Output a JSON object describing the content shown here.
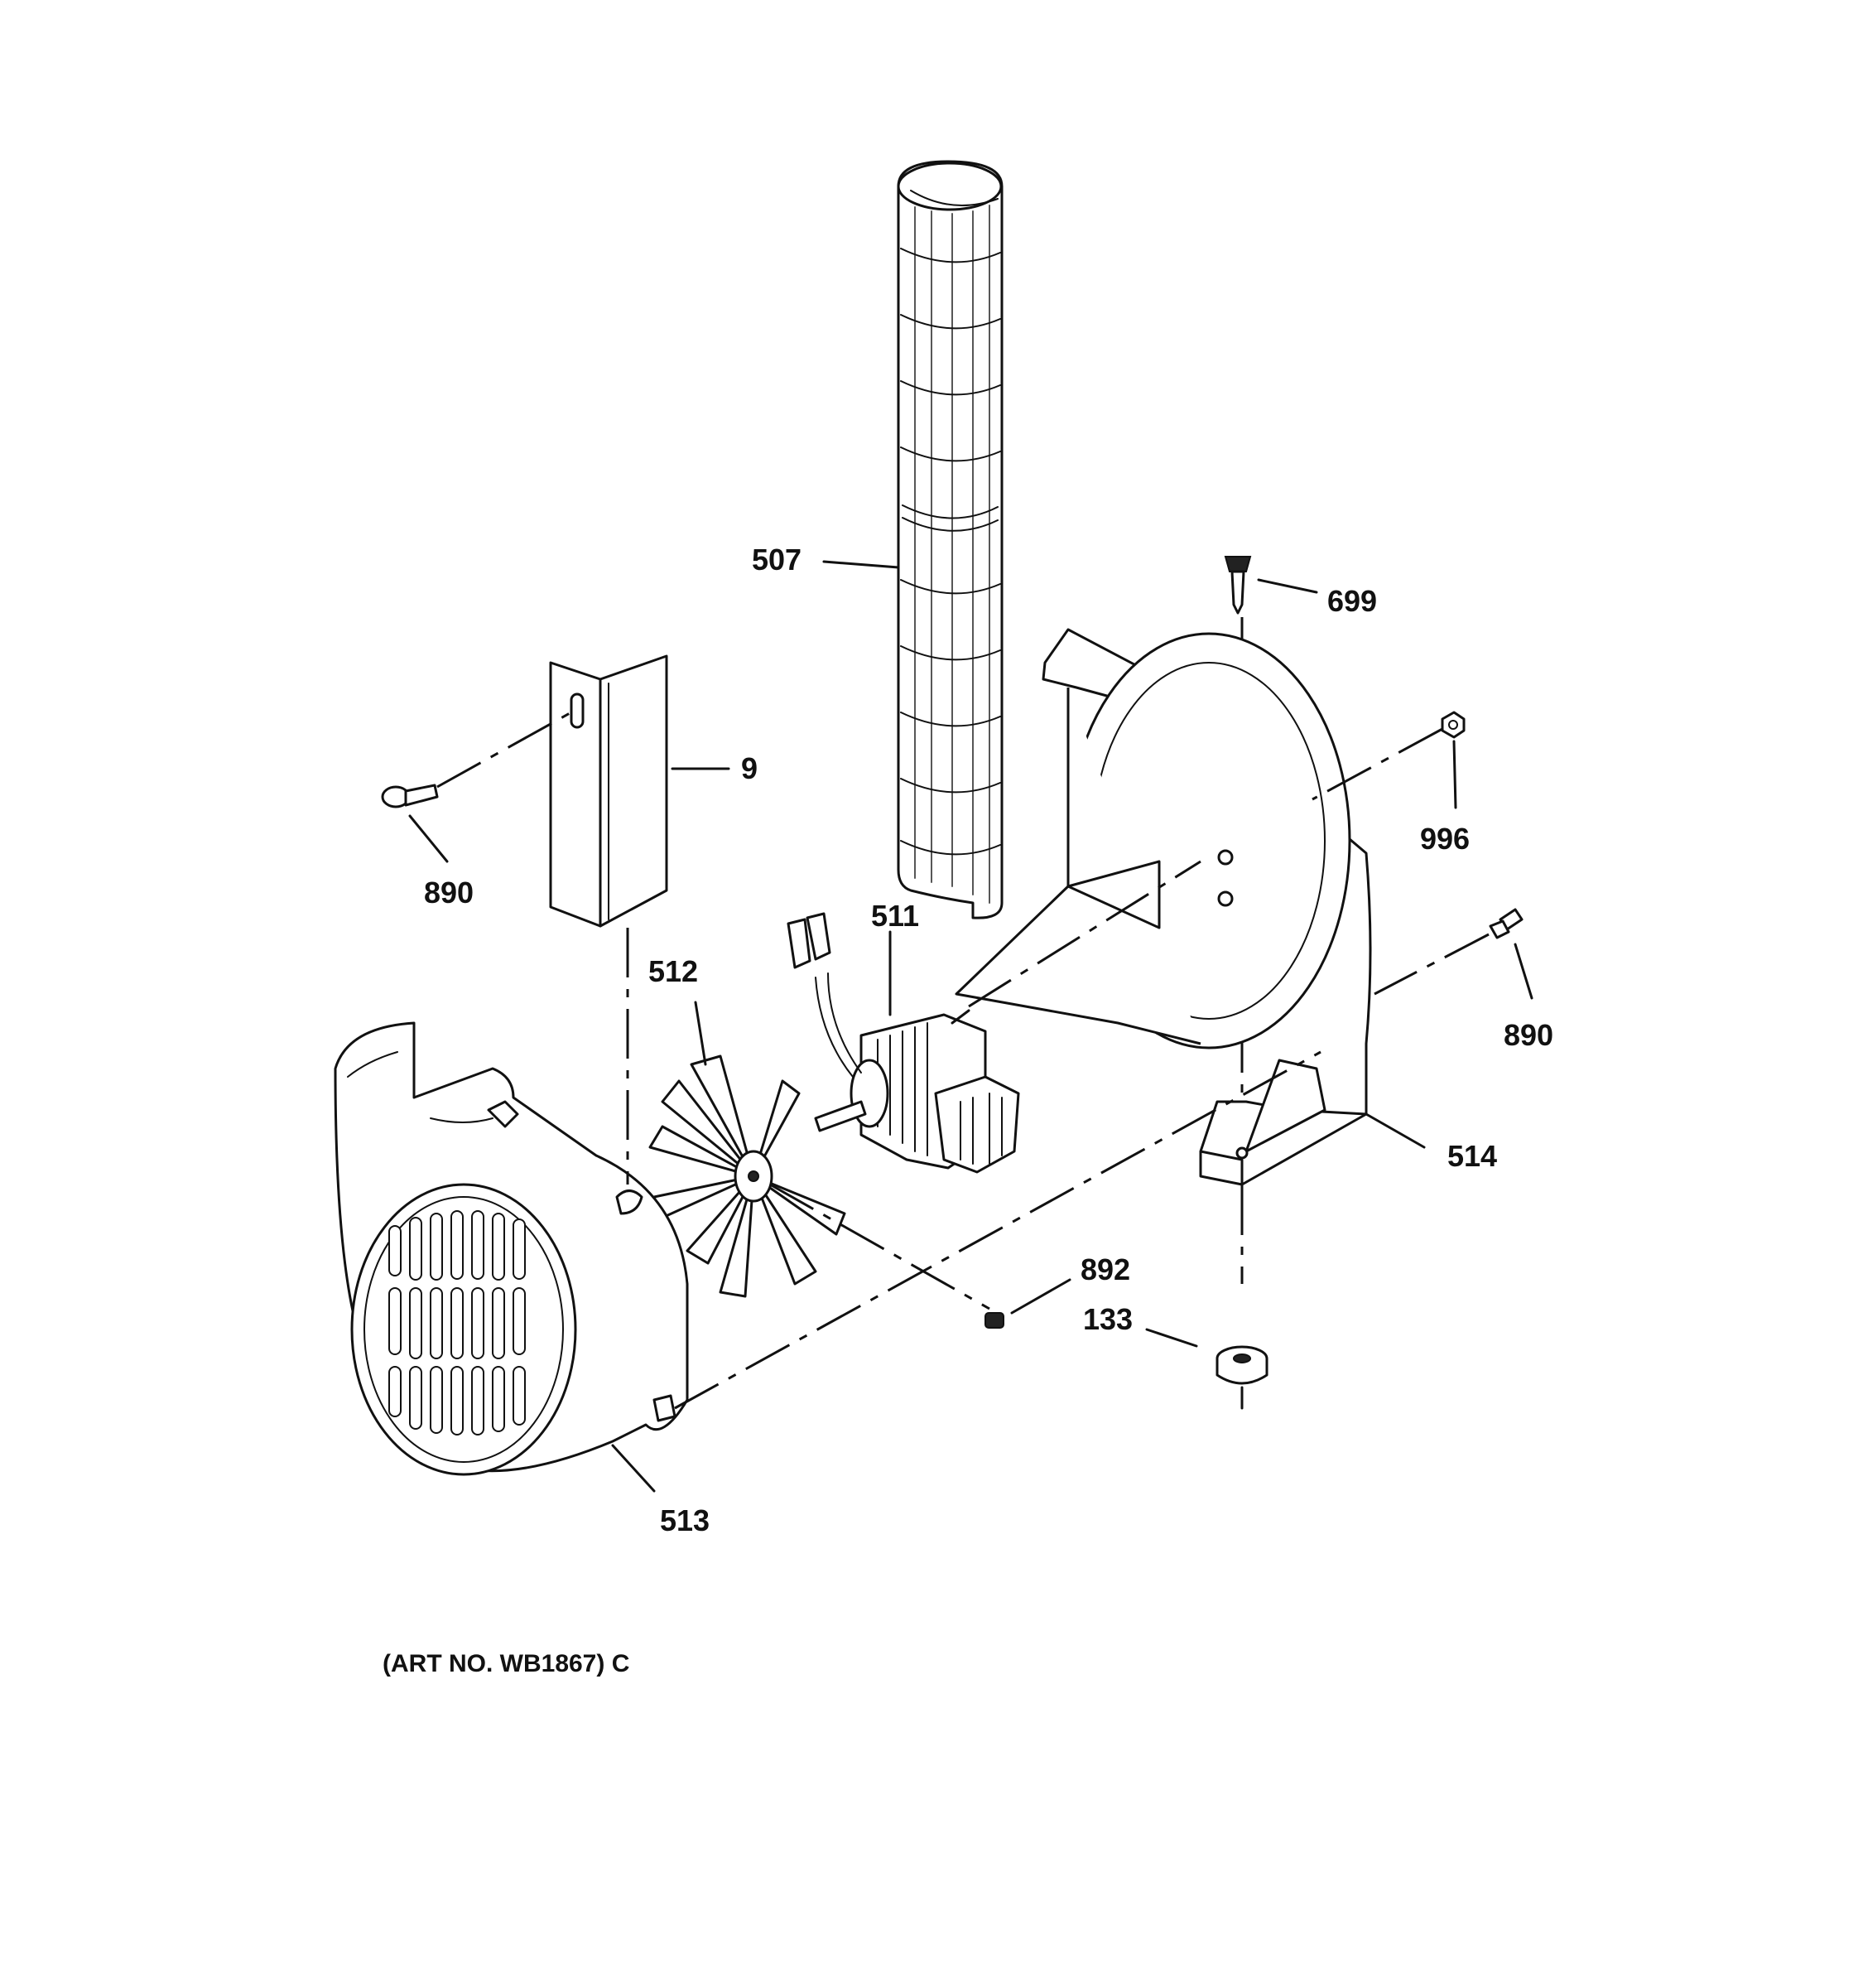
{
  "diagram": {
    "callouts": {
      "c507": "507",
      "c699": "699",
      "c9": "9",
      "c996": "996",
      "c890_left": "890",
      "c511": "511",
      "c512": "512",
      "c890_right": "890",
      "c514": "514",
      "c892": "892",
      "c133": "133",
      "c513": "513"
    },
    "art_number": "(ART NO. WB1867) C"
  }
}
